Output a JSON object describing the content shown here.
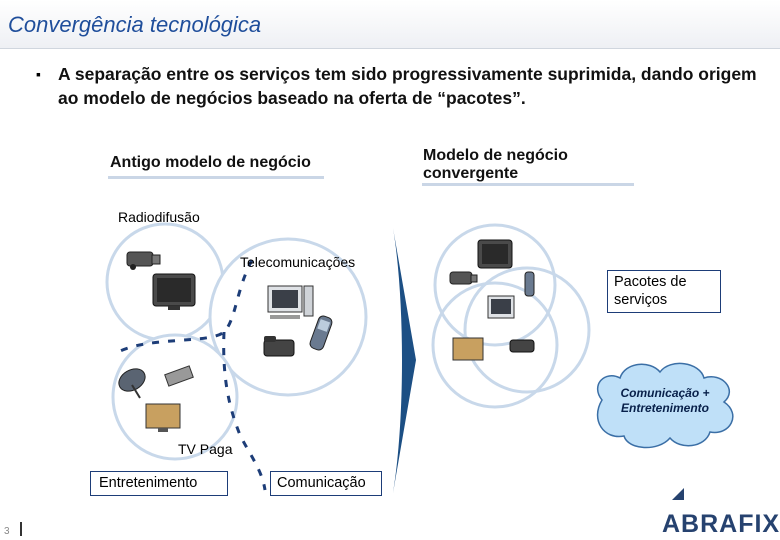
{
  "slide": {
    "title": "Convergência tecnológica",
    "bullet": "A separação entre os serviços tem sido progressivamente suprimida, dando origem ao modelo de negócios baseado na oferta de “pacotes”.",
    "page_number": "3"
  },
  "left_model": {
    "heading": "Antigo modelo de negócio",
    "segments": {
      "radiodifusao": "Radiodifusão",
      "telecomunicacoes": "Telecomunicações",
      "tv_paga": "TV Paga"
    },
    "boxes": {
      "entretenimento": "Entretenimento",
      "comunicacao": "Comunicação"
    }
  },
  "right_model": {
    "heading_line1": "Modelo de negócio",
    "heading_line2": "convergente",
    "pacotes_line1": "Pacotes de",
    "pacotes_line2": "serviços",
    "cloud_line1": "Comunicação +",
    "cloud_line2": "Entretenimento"
  },
  "logo": {
    "text": "ABRAFIX"
  },
  "colors": {
    "title": "#1f4e9b",
    "arrow": "#1c4f84",
    "circle_stroke": "#c8d8ea",
    "cloud_fill": "#bfe0f8",
    "cloud_stroke": "#3b6fa6",
    "divider": "#1d3d78"
  }
}
